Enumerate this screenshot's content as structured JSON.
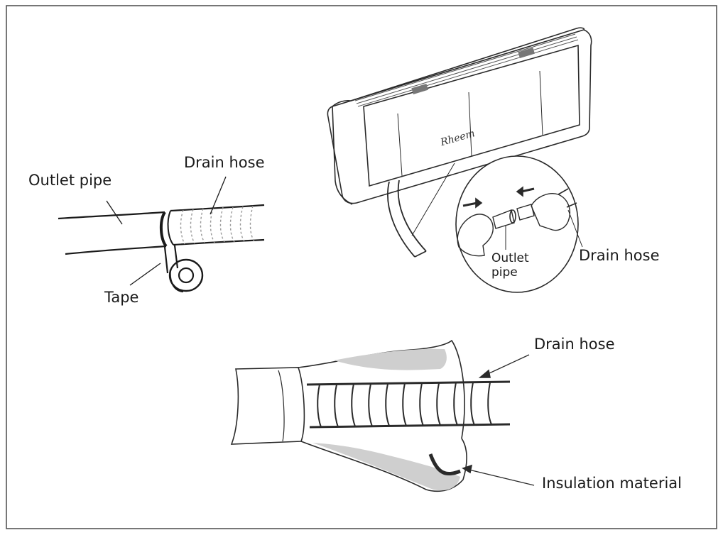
{
  "labels": {
    "outlet_pipe": "Outlet pipe",
    "drain_hose_top": "Drain hose",
    "tape": "Tape",
    "drain_hose_inset": "Drain hose",
    "outlet_pipe_inset_line1": "Outlet",
    "outlet_pipe_inset_line2": "pipe",
    "drain_hose_bottom": "Drain hose",
    "insulation_material": "Insulation material"
  },
  "unit_logo": "Rheem"
}
